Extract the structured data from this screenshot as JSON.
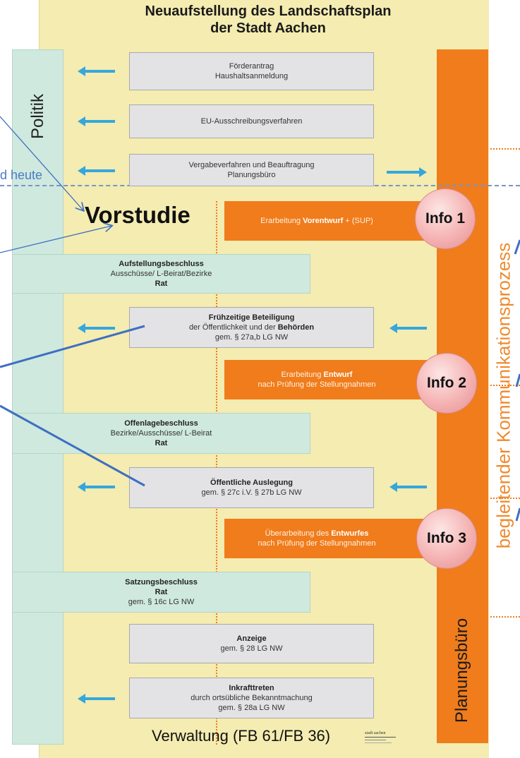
{
  "title": {
    "line1": "Neuaufstellung des Landschaftsplan",
    "line2": "der Stadt Aachen"
  },
  "left_label": "Politik",
  "right_label": "Planungsbüro",
  "side_label": "begleitender Kommunikationsprozess",
  "heute_label": "d heute",
  "vorstudie_label": "Vorstudie",
  "footer_label": "Verwaltung (FB 61/FB 36)",
  "logo_text": "stadt aachen",
  "boxes": {
    "foerderantrag": {
      "line1": "Förderantrag",
      "line2": "Haushaltsanmeldung"
    },
    "eu": {
      "line1": "EU-Ausschreibungsverfahren"
    },
    "vergabe": {
      "line1": "Vergabeverfahren und Beauftragung",
      "line2": "Planungsbüro"
    },
    "aufstellung": {
      "line1": "Aufstellungsbeschluss",
      "line2": "Ausschüsse/ L-Beirat/Bezirke",
      "line3": "Rat"
    },
    "fruehzeitig": {
      "line1": "Frühzeitige Beteiligung",
      "line2_pre": "der Öffentlichkeit und der ",
      "line2_bold": "Behörden",
      "line3": "gem. § 27a,b LG NW"
    },
    "offenlage": {
      "line1": "Offenlagebeschluss",
      "line2": "Bezirke/Ausschüsse/ L-Beirat",
      "line3": "Rat"
    },
    "auslegung": {
      "line1": "Öffentliche Auslegung",
      "line2": "gem. § 27c i.V. § 27b LG NW"
    },
    "satzung": {
      "line1": "Satzungsbeschluss",
      "line2": "Rat",
      "line3": "gem. § 16c LG NW"
    },
    "anzeige": {
      "line1": "Anzeige",
      "line2": "gem. § 28 LG NW"
    },
    "inkraft": {
      "line1": "Inkrafttreten",
      "line2": "durch ortsübliche Bekanntmachung",
      "line3": "gem. § 28a LG NW"
    }
  },
  "orange_boxes": {
    "vorentwurf": {
      "pre": "Erarbeitung ",
      "bold": "Vorentwurf",
      "post": " + (SUP)"
    },
    "entwurf": {
      "pre": "Erarbeitung ",
      "bold": "Entwurf",
      "line2": "nach Prüfung der Stellungnahmen"
    },
    "ueberarbeitung": {
      "pre": "Überarbeitung des ",
      "bold": "Entwurfes",
      "line2": "nach Prüfung der Stellungnahmen"
    }
  },
  "info_bubbles": [
    "Info 1",
    "Info 2",
    "Info 3"
  ],
  "colors": {
    "frame": "#f4ecb0",
    "politik": "#cfe9de",
    "orange": "#f07c1c",
    "arrow": "#35a7dd",
    "connector": "#3e6fc2"
  }
}
